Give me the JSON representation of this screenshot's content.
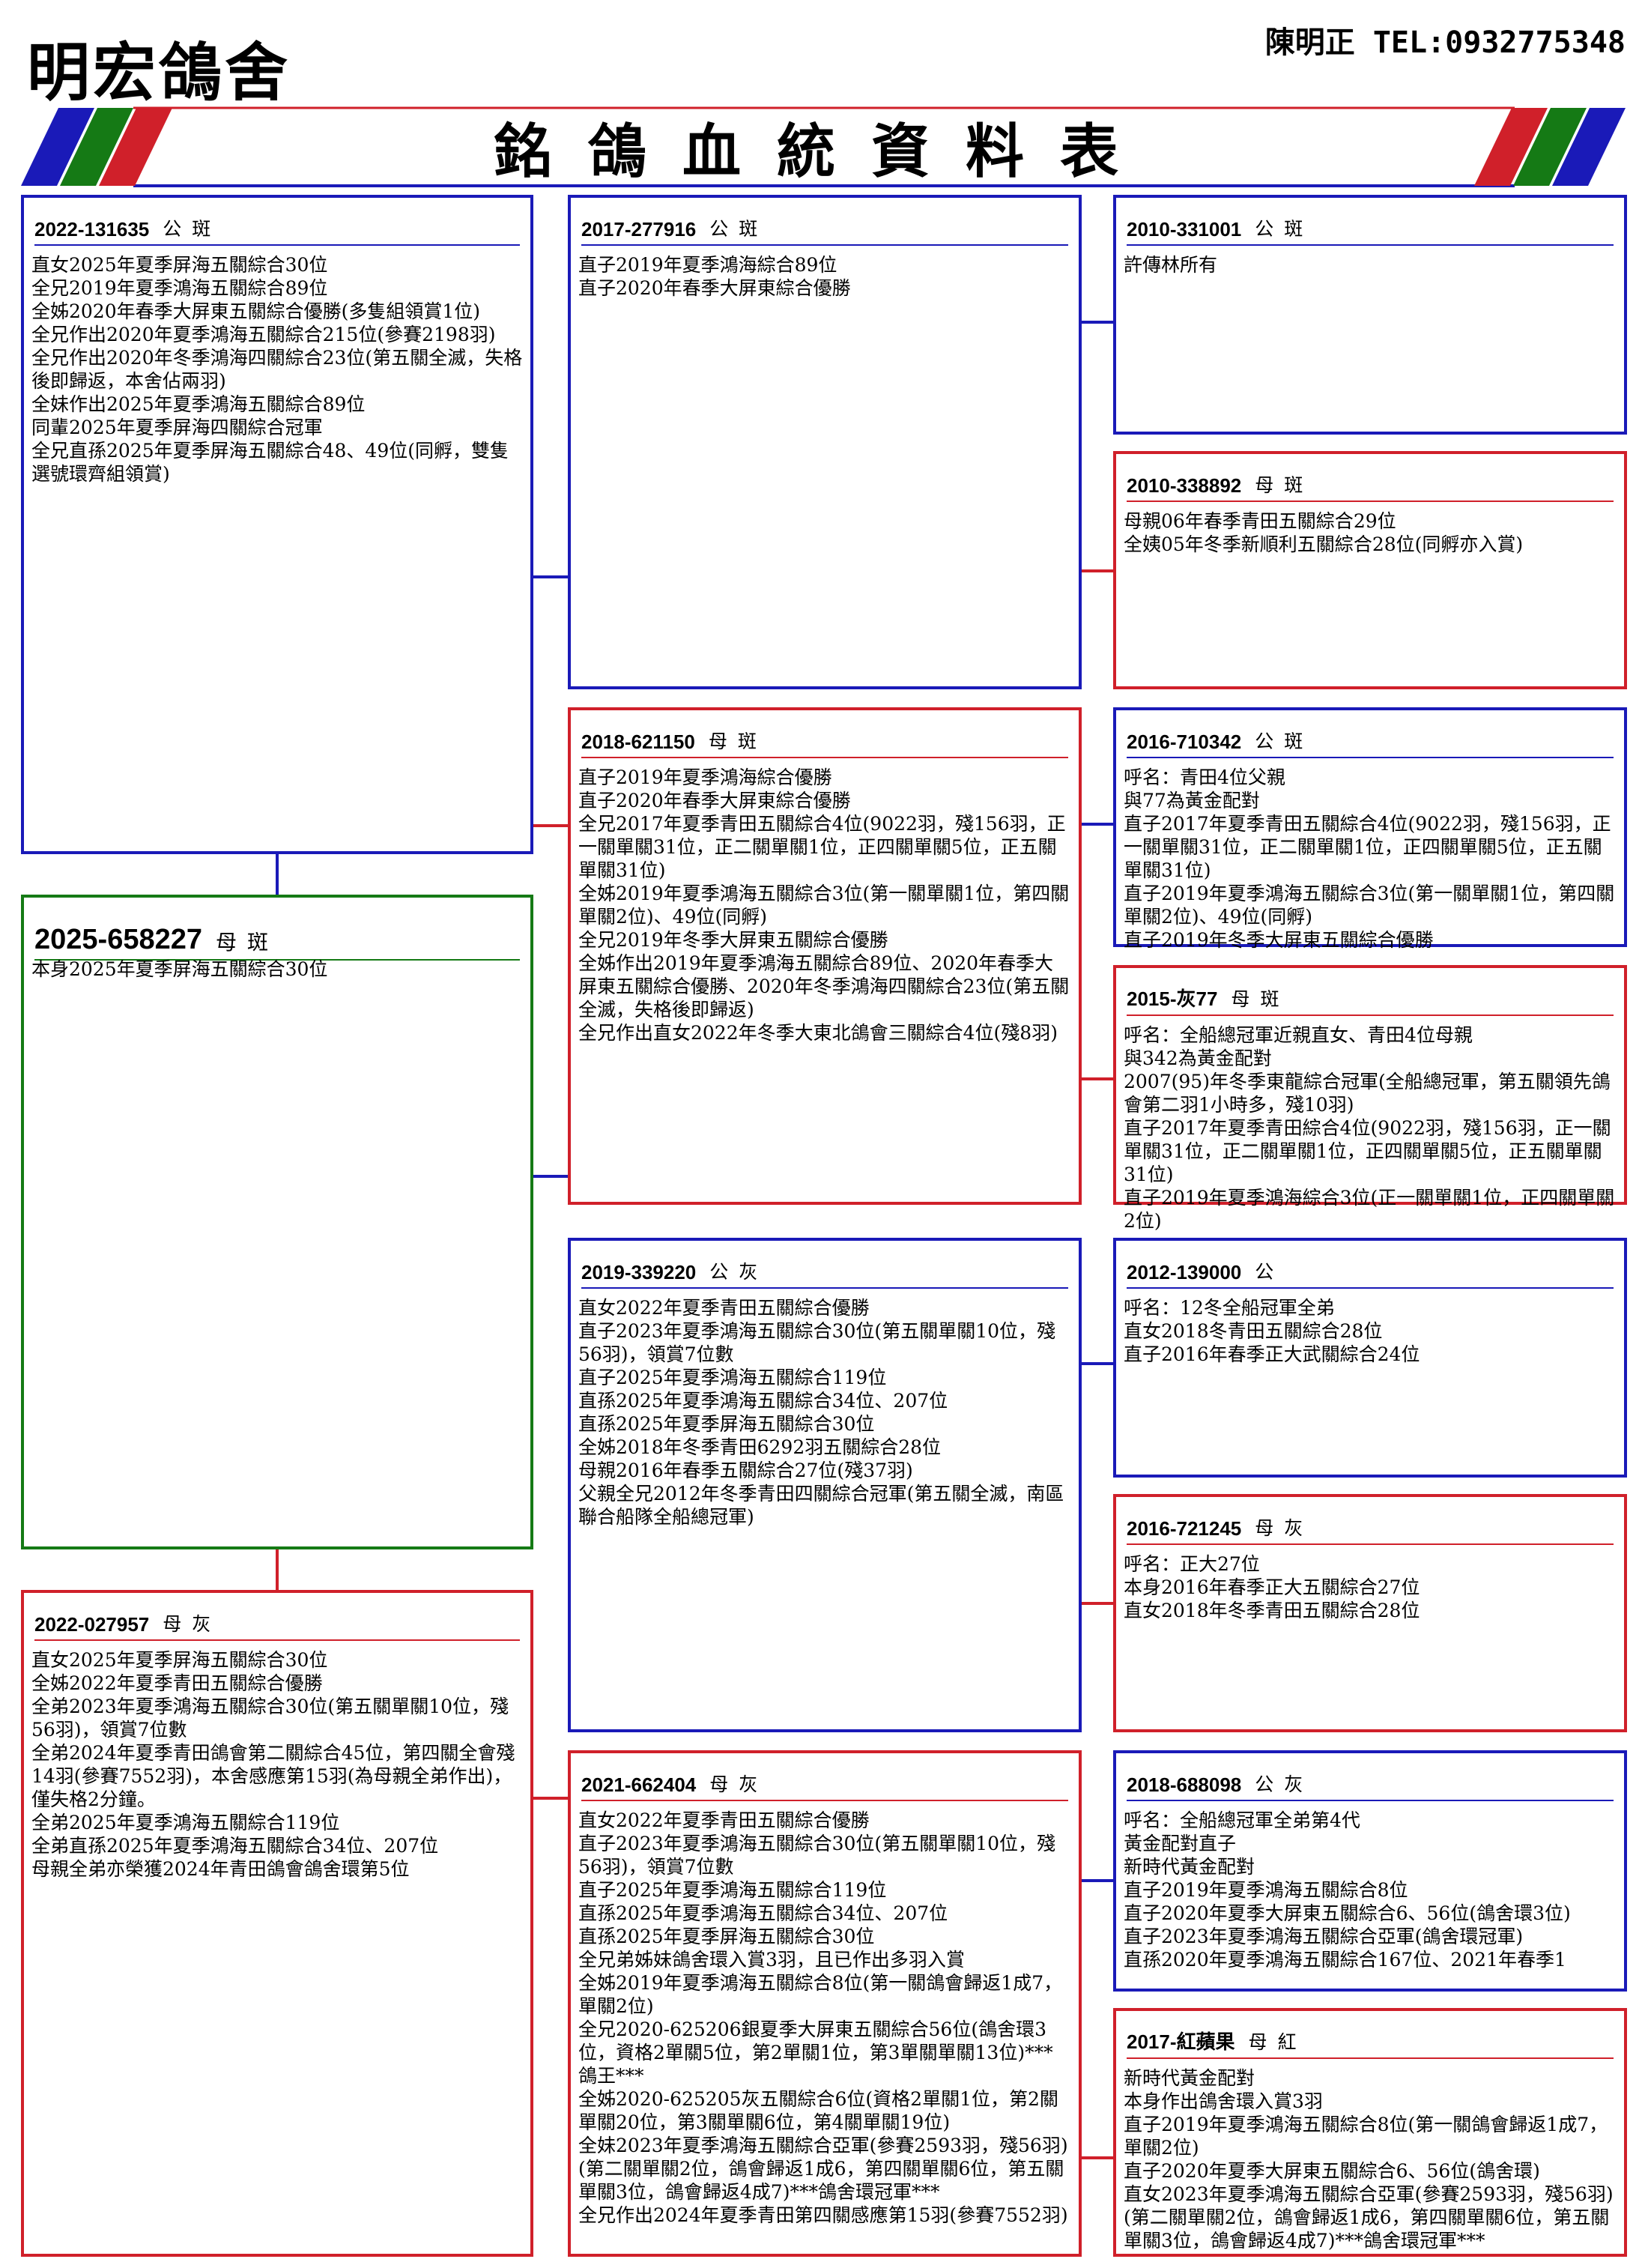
{
  "header": {
    "loft_name": "明宏鴿舍",
    "contact": "陳明正 TEL:0932775348",
    "title": "銘鴿血統資料表"
  },
  "colors": {
    "male": "#1a1ab8",
    "female": "#d0202a",
    "subject": "#157a15"
  },
  "pigeons": {
    "subject": {
      "ring": "2025-658227",
      "sex": "母",
      "color": "斑",
      "notes": [
        "本身2025年夏季屏海五關綜合30位"
      ]
    },
    "sire": {
      "ring": "2022-131635",
      "sex": "公",
      "color": "斑",
      "notes": [
        "直女2025年夏季屏海五關綜合30位",
        "全兄2019年夏季鴻海五關綜合89位",
        "全姊2020年春季大屏東五關綜合優勝(多隻組領賞1位)",
        "全兄作出2020年夏季鴻海五關綜合215位(參賽2198羽)",
        "全兄作出2020年冬季鴻海四關綜合23位(第五關全滅，失格後即歸返，本舍佔兩羽)",
        "全妹作出2025年夏季鴻海五關綜合89位",
        "同輩2025年夏季屏海四關綜合冠軍",
        "全兄直孫2025年夏季屏海五關綜合48、49位(同孵，雙隻選號環齊組領賞)"
      ]
    },
    "dam": {
      "ring": "2022-027957",
      "sex": "母",
      "color": "灰",
      "notes": [
        "直女2025年夏季屏海五關綜合30位",
        "全姊2022年夏季青田五關綜合優勝",
        "全弟2023年夏季鴻海五關綜合30位(第五關單關10位，殘56羽)，領賞7位數",
        "全弟2024年夏季青田鴿會第二關綜合45位，第四關全會殘14羽(參賽7552羽)，本舍感應第15羽(為母親全弟作出)，僅失格2分鐘。",
        "全弟2025年夏季鴻海五關綜合119位",
        "全弟直孫2025年夏季鴻海五關綜合34位、207位",
        "母親全弟亦榮獲2024年青田鴿會鴿舍環第5位"
      ]
    },
    "ss": {
      "ring": "2017-277916",
      "sex": "公",
      "color": "斑",
      "notes": [
        "直子2019年夏季鴻海綜合89位",
        "直子2020年春季大屏東綜合優勝"
      ]
    },
    "sd": {
      "ring": "2018-621150",
      "sex": "母",
      "color": "斑",
      "notes": [
        "直子2019年夏季鴻海綜合優勝",
        "直子2020年春季大屏東綜合優勝",
        "全兄2017年夏季青田五關綜合4位(9022羽，殘156羽，正一關單關31位，正二關單關1位，正四關單關5位，正五關單關31位)",
        "全姊2019年夏季鴻海五關綜合3位(第一關單關1位，第四關單關2位)、49位(同孵)",
        "全兄2019年冬季大屏東五關綜合優勝",
        "全姊作出2019年夏季鴻海五關綜合89位、2020年春季大屏東五關綜合優勝、2020年冬季鴻海四關綜合23位(第五關全滅，失格後即歸返)",
        "全兄作出直女2022年冬季大東北鴿會三關綜合4位(殘8羽)"
      ]
    },
    "ds": {
      "ring": "2019-339220",
      "sex": "公",
      "color": "灰",
      "notes": [
        "直女2022年夏季青田五關綜合優勝",
        "直子2023年夏季鴻海五關綜合30位(第五關單關10位，殘56羽)，領賞7位數",
        "直子2025年夏季鴻海五關綜合119位",
        "直孫2025年夏季鴻海五關綜合34位、207位",
        "直孫2025年夏季屏海五關綜合30位",
        "全姊2018年冬季青田6292羽五關綜合28位",
        "母親2016年春季五關綜合27位(殘37羽)",
        "父親全兄2012年冬季青田四關綜合冠軍(第五關全滅，南區聯合船隊全船總冠軍)"
      ]
    },
    "dd": {
      "ring": "2021-662404",
      "sex": "母",
      "color": "灰",
      "notes": [
        "直女2022年夏季青田五關綜合優勝",
        "直子2023年夏季鴻海五關綜合30位(第五關單關10位，殘56羽)，領賞7位數",
        "直子2025年夏季鴻海五關綜合119位",
        "直孫2025年夏季鴻海五關綜合34位、207位",
        "直孫2025年夏季屏海五關綜合30位",
        "全兄弟姊妹鴿舍環入賞3羽，且已作出多羽入賞",
        "全姊2019年夏季鴻海五關綜合8位(第一關鴿會歸返1成7，單關2位)",
        "全兄2020-625206銀夏季大屏東五關綜合56位(鴿舍環3位，資格2單關5位，第2單關1位，第3單關單關13位)***鴿王***",
        "全姊2020-625205灰五關綜合6位(資格2單關1位，第2關單關20位，第3關單關6位，第4關單關19位)",
        "全妹2023年夏季鴻海五關綜合亞軍(參賽2593羽，殘56羽)(第二關單關2位，鴿會歸返1成6，第四關單關6位，第五關單關3位，鴿會歸返4成7)***鴿舍環冠軍***",
        "全兄作出2024年夏季青田第四關感應第15羽(參賽7552羽)"
      ]
    },
    "sss": {
      "ring": "2010-331001",
      "sex": "公",
      "color": "斑",
      "notes": [
        "許傳林所有"
      ]
    },
    "ssd": {
      "ring": "2010-338892",
      "sex": "母",
      "color": "斑",
      "notes": [
        "母親06年春季青田五關綜合29位",
        "全姨05年冬季新順利五關綜合28位(同孵亦入賞)"
      ]
    },
    "sds": {
      "ring": "2016-710342",
      "sex": "公",
      "color": "斑",
      "notes": [
        "呼名：青田4位父親",
        "與77為黃金配對",
        "直子2017年夏季青田五關綜合4位(9022羽，殘156羽，正一關單關31位，正二關單關1位，正四關單關5位，正五關單關31位)",
        "直子2019年夏季鴻海五關綜合3位(第一關單關1位，第四關單關2位)、49位(同孵)",
        "直子2019年冬季大屏東五關綜合優勝"
      ]
    },
    "sdd": {
      "ring": "2015-灰77",
      "sex": "母",
      "color": "斑",
      "notes": [
        "呼名：全船總冠軍近親直女、青田4位母親",
        "與342為黃金配對",
        "2007(95)年冬季東龍綜合冠軍(全船總冠軍，第五關領先鴿會第二羽1小時多，殘10羽)",
        "直子2017年夏季青田綜合4位(9022羽，殘156羽，正一關單關31位，正二關單關1位，正四關單關5位，正五關單關31位)",
        "直子2019年夏季鴻海綜合3位(正一關單關1位，正四關單關2位)"
      ]
    },
    "dss": {
      "ring": "2012-139000",
      "sex": "公",
      "color": "",
      "notes": [
        "呼名：12冬全船冠軍全弟",
        "直女2018冬青田五關綜合28位",
        "直子2016年春季正大武關綜合24位"
      ]
    },
    "dsd": {
      "ring": "2016-721245",
      "sex": "母",
      "color": "灰",
      "notes": [
        "呼名：正大27位",
        "本身2016年春季正大五關綜合27位",
        "直女2018年冬季青田五關綜合28位"
      ]
    },
    "dds": {
      "ring": "2018-688098",
      "sex": "公",
      "color": "灰",
      "notes": [
        "呼名：全船總冠軍全弟第4代",
        "黃金配對直子",
        "新時代黃金配對",
        "直子2019年夏季鴻海五關綜合8位",
        "直子2020年夏季大屏東五關綜合6、56位(鴿舍環3位)",
        "直子2023年夏季鴻海五關綜合亞軍(鴿舍環冠軍)",
        "直孫2020年夏季鴻海五關綜合167位、2021年春季1"
      ]
    },
    "ddd": {
      "ring": "2017-紅蘋果",
      "sex": "母",
      "color": "紅",
      "notes": [
        "新時代黃金配對",
        "本身作出鴿舍環入賞3羽",
        "直子2019年夏季鴻海五關綜合8位(第一關鴿會歸返1成7，單關2位)",
        "直子2020年夏季大屏東五關綜合6、56位(鴿舍環)",
        "直女2023年夏季鴻海五關綜合亞軍(參賽2593羽，殘56羽)(第二關單關2位，鴿會歸返1成6，第四關單關6位，第五關單關3位，鴿會歸返4成7)***鴿舍環冠軍***"
      ]
    }
  }
}
